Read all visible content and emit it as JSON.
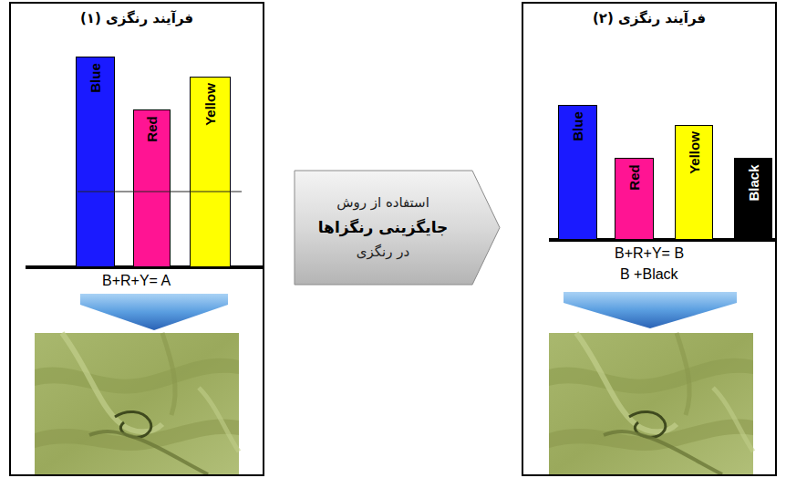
{
  "diagram": {
    "nodes": [
      {
        "text": [
          "فرآیند رنگزی (۱)"
        ]
      },
      {
        "text": [
          "Blue"
        ],
        "in": 0
      },
      {
        "text": [
          "Red"
        ],
        "in": 0
      },
      {
        "text": [
          "Yellow"
        ],
        "in": 0
      },
      {
        "text": [
          "استفاده از روش",
          "جایگزینی رنگزاها",
          "در رنگزی"
        ]
      },
      {
        "text": [
          "فرآیند رنگزی (۲)"
        ]
      },
      {
        "text": [
          "Blue"
        ],
        "in": 5
      },
      {
        "text": [
          "Red"
        ],
        "in": 5
      },
      {
        "text": [
          "Yellow"
        ],
        "in": 5
      },
      {
        "text": [
          "Black"
        ],
        "in": 5
      }
    ],
    "labels": [
      "B+R+Y= A",
      "B+R+Y= B",
      "B +Black"
    ]
  }
}
